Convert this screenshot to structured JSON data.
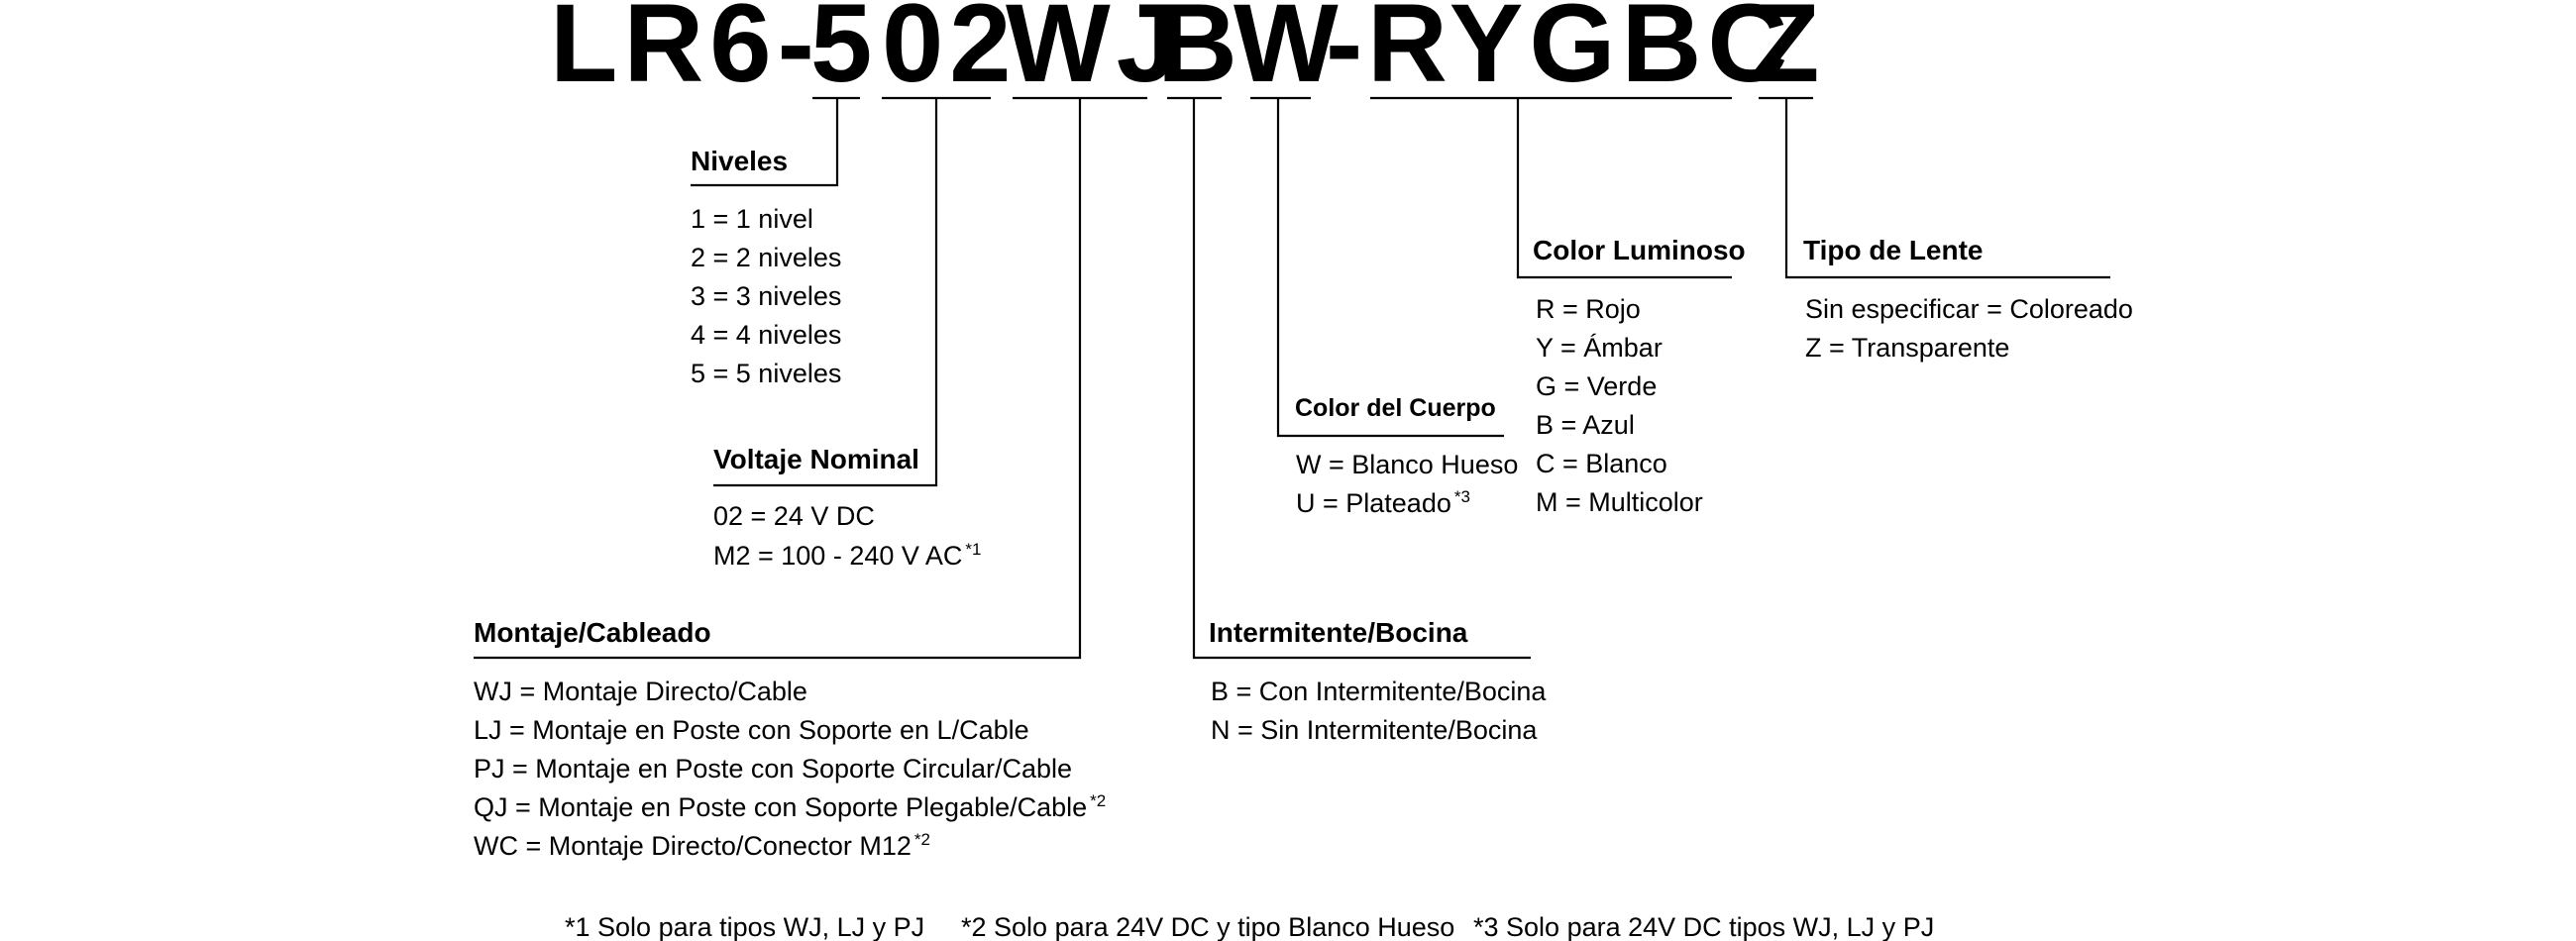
{
  "code": {
    "prefix": "LR6-",
    "levels": "5",
    "voltage": "02",
    "mount": "WJ",
    "flash": "B",
    "body": "W",
    "dash": "-",
    "colors": "RYGBC",
    "lens": "Z"
  },
  "sections": {
    "niveles": {
      "title": "Niveles",
      "items": [
        "1 = 1 nivel",
        "2 = 2 niveles",
        "3 = 3 niveles",
        "4 = 4 niveles",
        "5 = 5 niveles"
      ]
    },
    "voltaje": {
      "title": "Voltaje Nominal",
      "items": [
        {
          "text": "02 = 24 V DC",
          "sup": ""
        },
        {
          "text": "M2 = 100 - 240 V AC",
          "sup": "*1"
        }
      ]
    },
    "montaje": {
      "title": "Montaje/Cableado",
      "items": [
        {
          "text": "WJ = Montaje Directo/Cable",
          "sup": ""
        },
        {
          "text": "LJ = Montaje en Poste con Soporte en L/Cable",
          "sup": ""
        },
        {
          "text": "PJ = Montaje en Poste con Soporte Circular/Cable",
          "sup": ""
        },
        {
          "text": "QJ = Montaje en Poste con Soporte Plegable/Cable",
          "sup": "*2"
        },
        {
          "text": "WC = Montaje Directo/Conector M12",
          "sup": "*2"
        }
      ]
    },
    "intermitente": {
      "title": "Intermitente/Bocina",
      "items": [
        "B = Con Intermitente/Bocina",
        "N = Sin Intermitente/Bocina"
      ]
    },
    "cuerpo": {
      "title": "Color del Cuerpo",
      "items": [
        {
          "text": "W = Blanco Hueso",
          "sup": ""
        },
        {
          "text": "U = Plateado",
          "sup": "*3"
        }
      ]
    },
    "luminoso": {
      "title": "Color Luminoso",
      "items": [
        "R = Rojo",
        "Y = Ámbar",
        "G = Verde",
        "B = Azul",
        "C = Blanco",
        "M = Multicolor"
      ]
    },
    "lente": {
      "title": "Tipo de Lente",
      "items": [
        "Sin especificar = Coloreado",
        "Z = Transparente"
      ]
    }
  },
  "footnotes": {
    "n1": "*1 Solo para tipos WJ, LJ y PJ",
    "n2": "*2 Solo para 24V DC y tipo Blanco Hueso",
    "n3": "*3 Solo para 24V DC tipos WJ, LJ y PJ"
  }
}
